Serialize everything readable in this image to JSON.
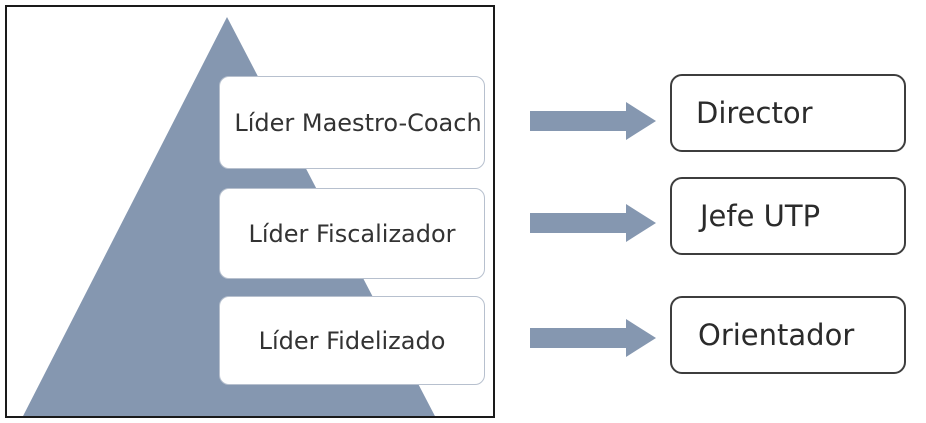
{
  "diagram": {
    "levels": [
      {
        "label": "Líder Maestro-Coach"
      },
      {
        "label": "Líder Fiscalizador"
      },
      {
        "label": "Líder Fidelizado"
      }
    ],
    "roles": [
      {
        "label": "Director"
      },
      {
        "label": "Jefe UTP"
      },
      {
        "label": "Orientador"
      }
    ],
    "colors": {
      "pyramid_fill": "#8597b0",
      "arrow_fill": "#8597b0",
      "level_border": "#b7c0ce",
      "role_border": "#3d3d3d"
    }
  }
}
